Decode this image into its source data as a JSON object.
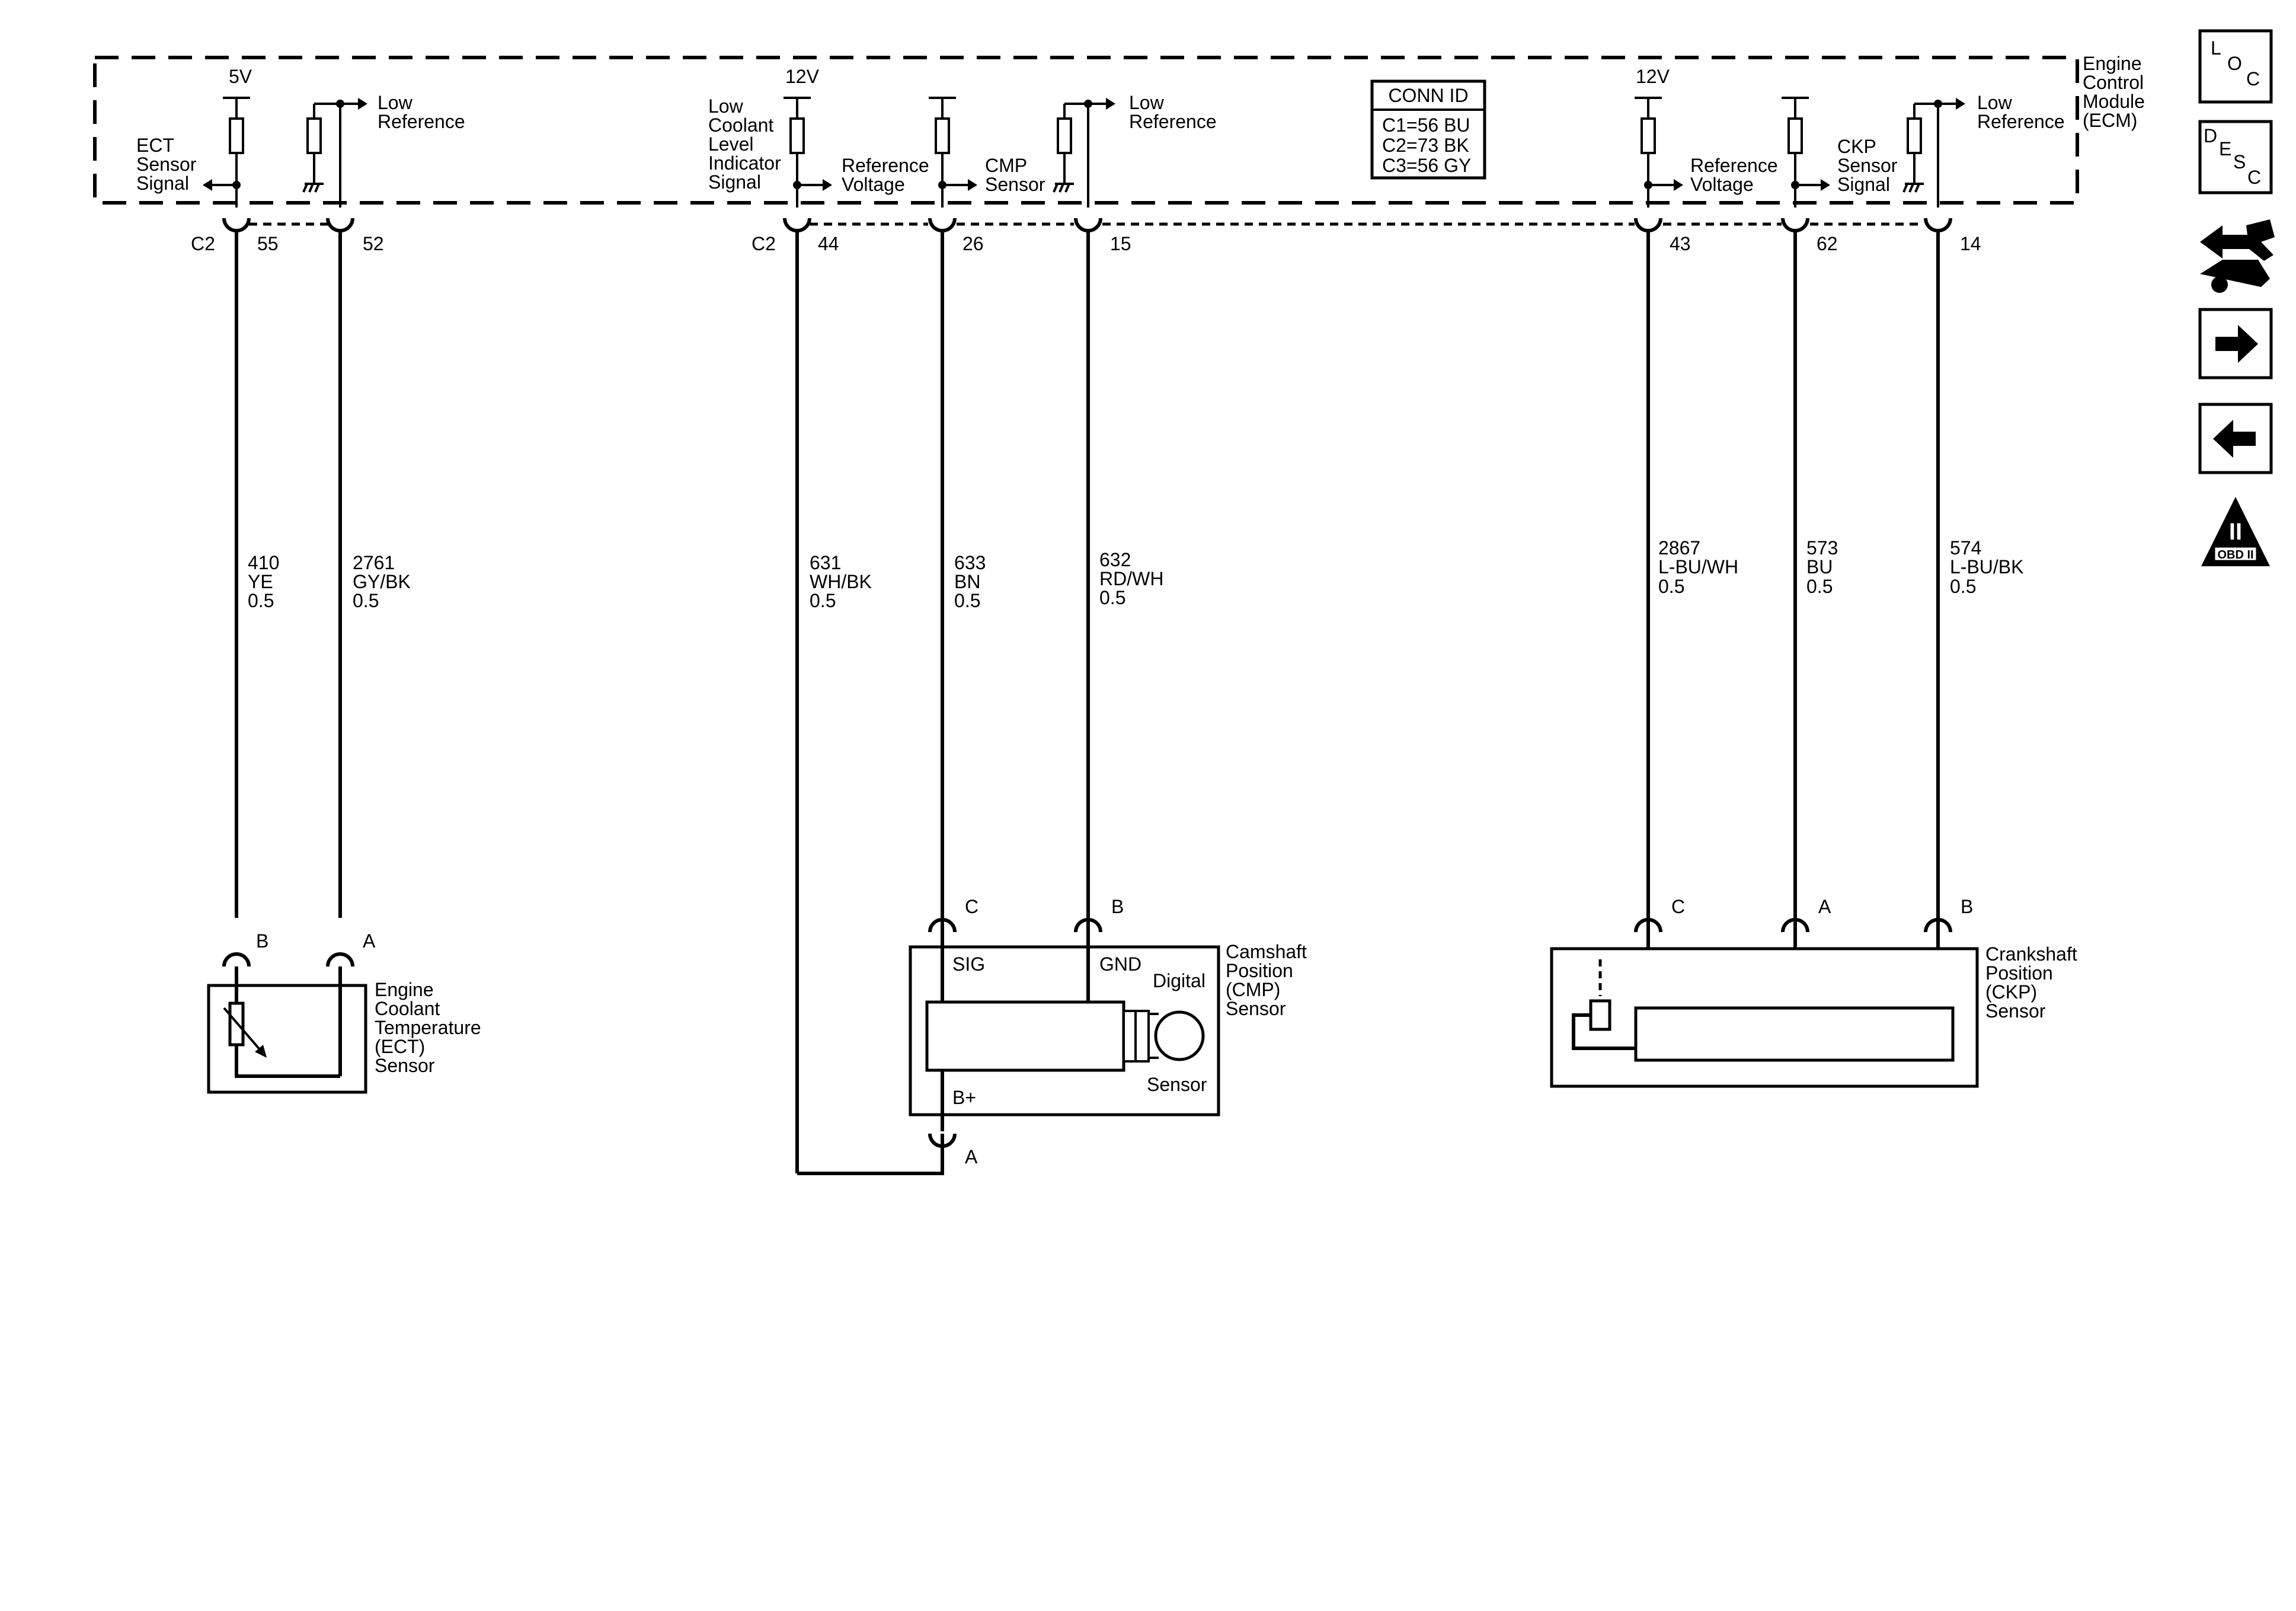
{
  "ecm": {
    "label": [
      "Engine",
      "Control",
      "Module",
      "(ECM)"
    ],
    "conn_id_title": "CONN ID",
    "conn_ids": [
      "C1=56 BU",
      "C2=73 BK",
      "C3=56 GY"
    ]
  },
  "ecm_labels": {
    "v5": "5V",
    "v12_a": "12V",
    "v12_b": "12V",
    "ect_signal": [
      "ECT",
      "Sensor",
      "Signal"
    ],
    "low_ref_1": [
      "Low",
      "Reference"
    ],
    "low_coolant": [
      "Low",
      "Coolant",
      "Level",
      "Indicator",
      "Signal"
    ],
    "ref_voltage_1": [
      "Reference",
      "Voltage"
    ],
    "cmp_signal": [
      "CMP",
      "Sensor"
    ],
    "low_ref_2": [
      "Low",
      "Reference"
    ],
    "ref_voltage_2": [
      "Reference",
      "Voltage"
    ],
    "ckp_signal": [
      "CKP",
      "Sensor",
      "Signal"
    ],
    "low_ref_3": [
      "Low",
      "Reference"
    ]
  },
  "connectors": {
    "c2_left": "C2",
    "c2_mid": "C2",
    "pins": [
      "55",
      "52",
      "44",
      "26",
      "15",
      "43",
      "62",
      "14"
    ]
  },
  "wires": [
    {
      "circuit": "410",
      "color": "YE",
      "gauge": "0.5"
    },
    {
      "circuit": "2761",
      "color": "GY/BK",
      "gauge": "0.5"
    },
    {
      "circuit": "631",
      "color": "WH/BK",
      "gauge": "0.5"
    },
    {
      "circuit": "633",
      "color": "BN",
      "gauge": "0.5"
    },
    {
      "circuit": "632",
      "color": "RD/WH",
      "gauge": "0.5"
    },
    {
      "circuit": "2867",
      "color": "L-BU/WH",
      "gauge": "0.5"
    },
    {
      "circuit": "573",
      "color": "BU",
      "gauge": "0.5"
    },
    {
      "circuit": "574",
      "color": "L-BU/BK",
      "gauge": "0.5"
    }
  ],
  "components": {
    "ect": {
      "name": [
        "Engine",
        "Coolant",
        "Temperature",
        "(ECT)",
        "Sensor"
      ],
      "pins": [
        "B",
        "A"
      ]
    },
    "cmp": {
      "name": [
        "Camshaft",
        "Position",
        "(CMP)",
        "Sensor"
      ],
      "pins": [
        "C",
        "B",
        "A"
      ],
      "sig": "SIG",
      "gnd": "GND",
      "bplus": "B+",
      "digital": "Digital",
      "sensor": "Sensor"
    },
    "ckp": {
      "name": [
        "Crankshaft",
        "Position",
        "(CKP)",
        "Sensor"
      ],
      "pins": [
        "C",
        "A",
        "B"
      ]
    }
  },
  "sidebar": {
    "loc": [
      "L",
      "O",
      "C"
    ],
    "desc": [
      "D",
      "E",
      "S",
      "C"
    ],
    "obd": [
      "II",
      "OBD II"
    ],
    "icons": [
      "loc-icon",
      "desc-icon",
      "connector-wrench-icon",
      "arrow-right-icon",
      "arrow-left-icon",
      "obd-ii-icon"
    ]
  }
}
